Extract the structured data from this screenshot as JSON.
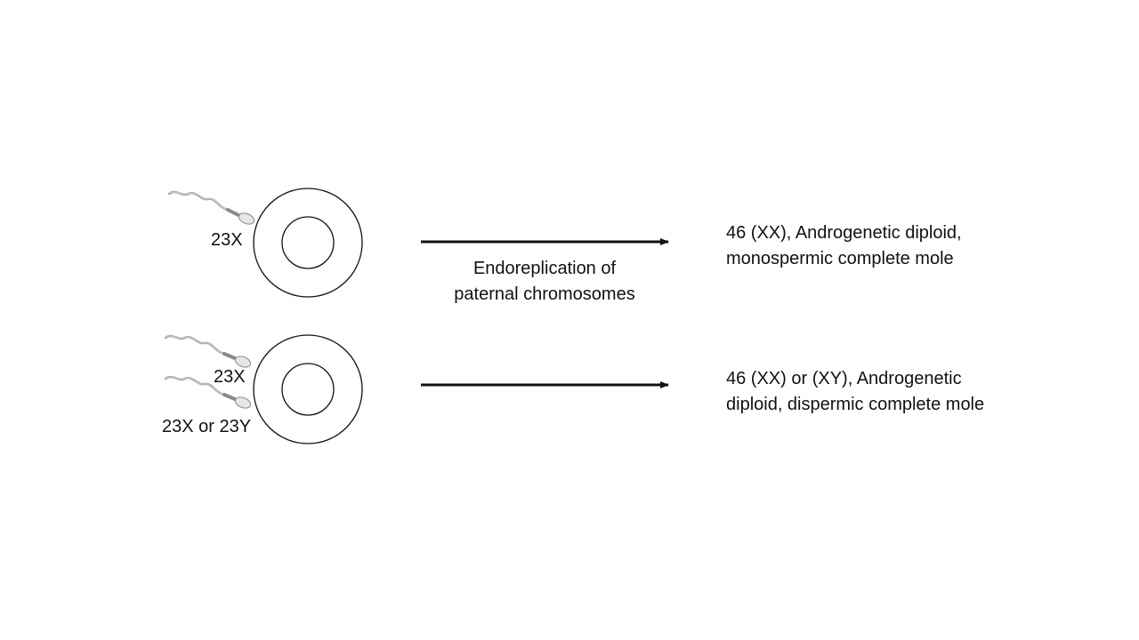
{
  "diagram": {
    "row1": {
      "sperm_label": "23X",
      "arrow_caption_line1": "Endoreplication of",
      "arrow_caption_line2": "paternal chromosomes",
      "result_line1": "46 (XX), Androgenetic diploid,",
      "result_line2": "monospermic complete mole"
    },
    "row2": {
      "sperm_label_1": "23X",
      "sperm_label_2": "23X or 23Y",
      "result_line1": "46 (XX) or (XY), Androgenetic",
      "result_line2": "diploid, dispermic complete mole"
    }
  },
  "colors": {
    "ink": "#111111",
    "sperm": "#9a9a9a",
    "sperm_head_fill": "#e6e6e6"
  }
}
